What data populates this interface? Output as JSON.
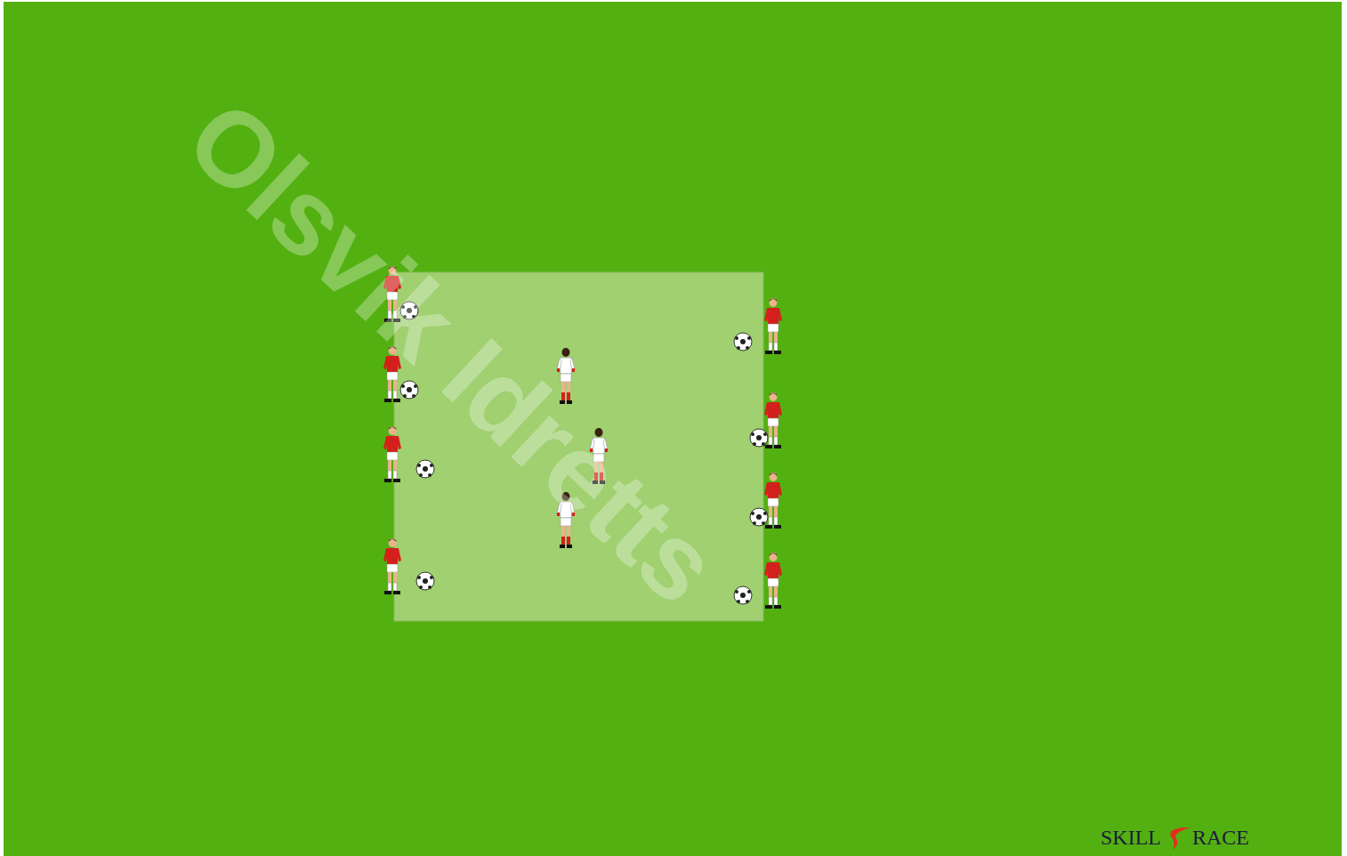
{
  "diagram": {
    "labels": [
      "Olsvik Idretts",
      "SKILL",
      "RACE"
    ]
  }
}
